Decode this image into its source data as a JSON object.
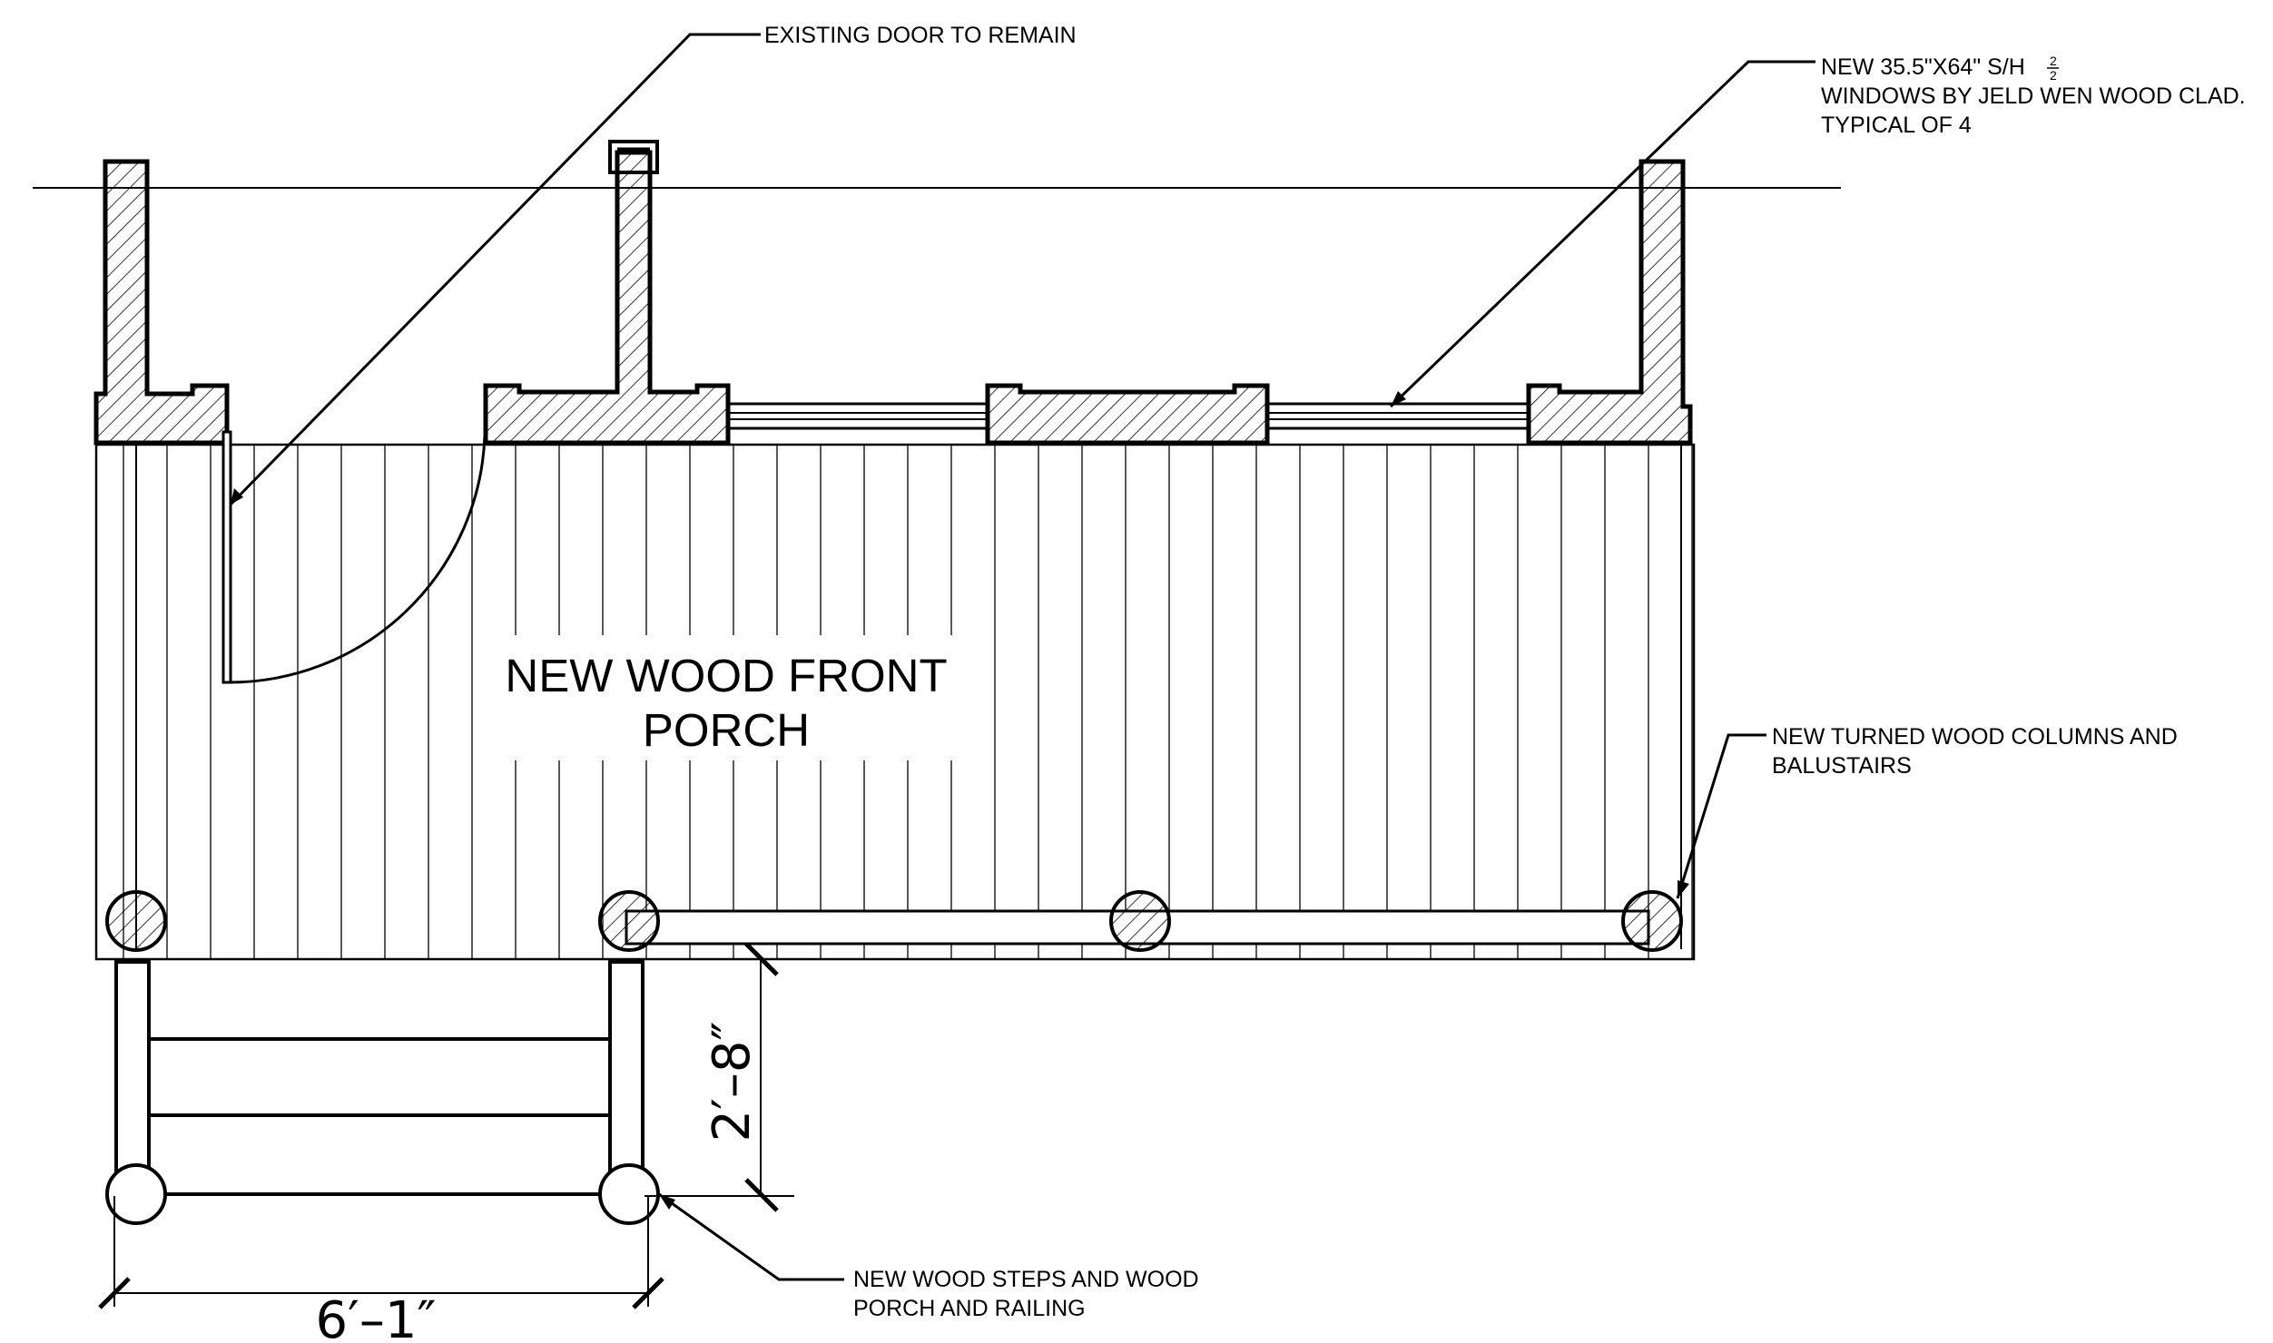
{
  "notes": {
    "door": "EXISTING DOOR TO REMAIN",
    "windows": {
      "line1": "NEW 35.5\"X64\" S/H",
      "fraction_top": "2",
      "fraction_bottom": "2",
      "line2": "WINDOWS BY JELD WEN WOOD CLAD.",
      "line3": "TYPICAL OF 4"
    },
    "columns": {
      "line1": "NEW TURNED WOOD COLUMNS AND",
      "line2": "BALUSTAIRS"
    },
    "steps": {
      "line1": "NEW WOOD STEPS AND WOOD",
      "line2": "PORCH AND RAILING"
    }
  },
  "porch_label": {
    "line1": "NEW WOOD FRONT",
    "line2": "PORCH"
  },
  "dimensions": {
    "stair_depth": "2′–8″",
    "stair_width": "6′–1″"
  },
  "colors": {
    "ink": "#000000",
    "paper": "#ffffff"
  }
}
